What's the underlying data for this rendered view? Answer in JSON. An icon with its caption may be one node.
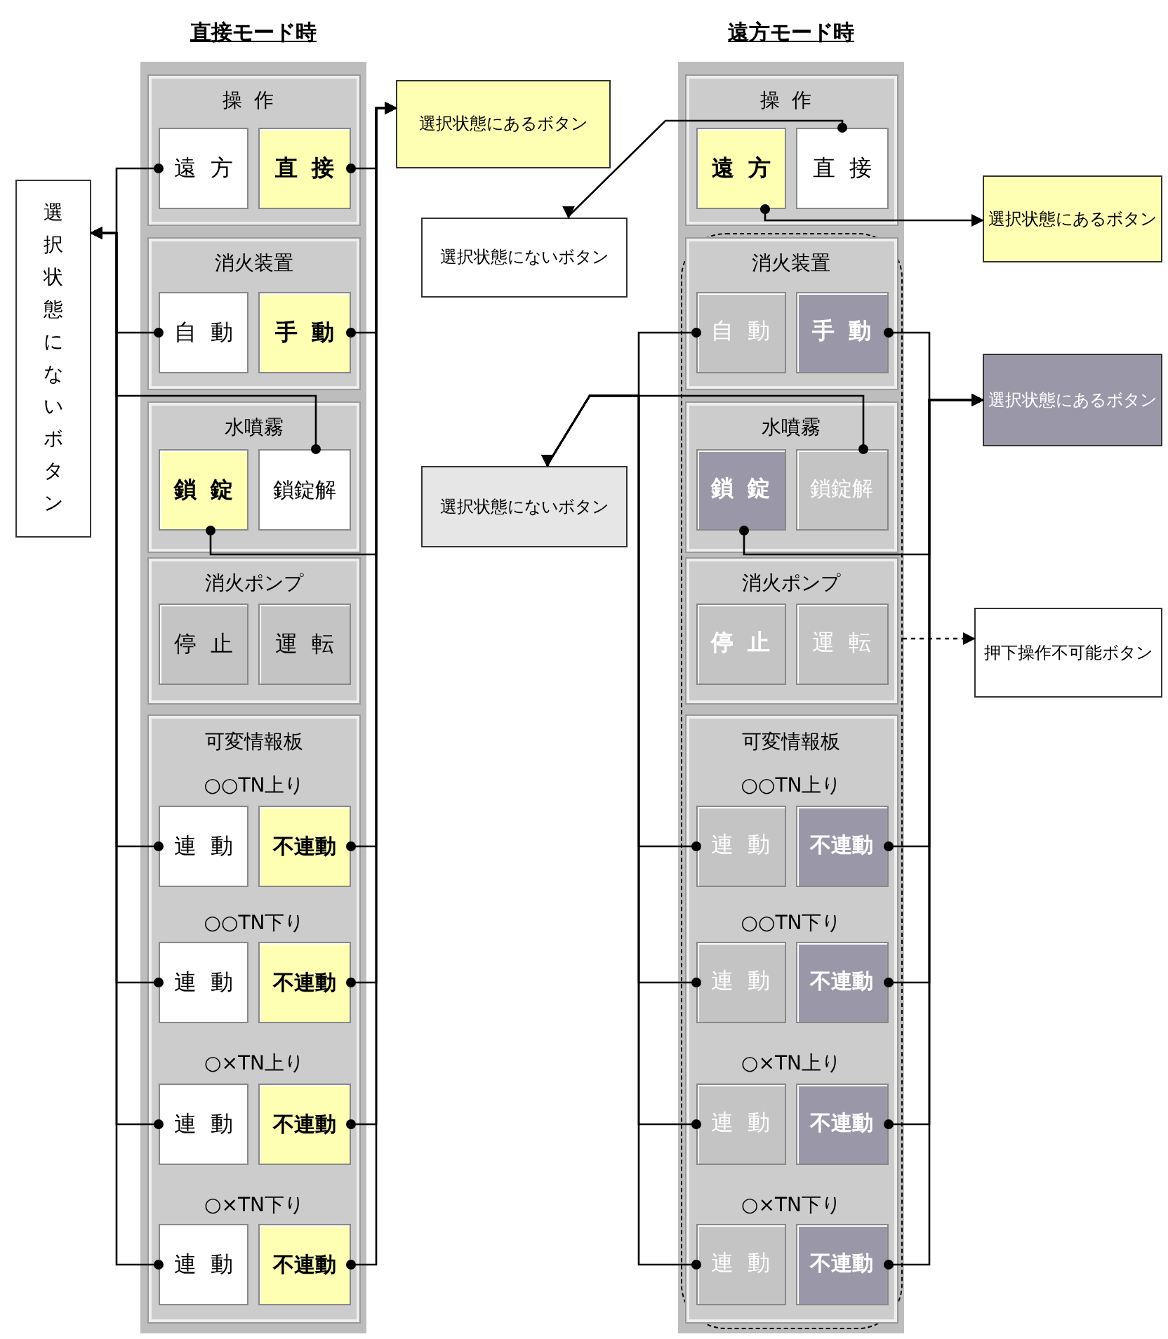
{
  "diagram": {
    "nodes": [
      {
        "text": [
          "直接モード時"
        ]
      },
      {
        "text": [
          "操作"
        ],
        "in": 0
      },
      {
        "text": [
          "遠方"
        ],
        "in": 1
      },
      {
        "text": [
          "直接"
        ],
        "in": 1
      },
      {
        "text": [
          "消火装置"
        ],
        "in": 0
      },
      {
        "text": [
          "自動"
        ],
        "in": 4
      },
      {
        "text": [
          "手動"
        ],
        "in": 4
      },
      {
        "text": [
          "水噴霧"
        ],
        "in": 0
      },
      {
        "text": [
          "鎖錠"
        ],
        "in": 7
      },
      {
        "text": [
          "鎖錠解"
        ],
        "in": 7
      },
      {
        "text": [
          "消火ポンプ"
        ],
        "in": 0
      },
      {
        "text": [
          "停止"
        ],
        "in": 10
      },
      {
        "text": [
          "運転"
        ],
        "in": 10
      },
      {
        "text": [
          "可変情報板",
          "○○TN上り",
          "○○TN下り",
          "○×TN上り",
          "○×TN下り"
        ],
        "in": 0
      },
      {
        "text": [
          "連動"
        ],
        "in": 13
      },
      {
        "text": [
          "不連動"
        ],
        "in": 13
      },
      {
        "text": [
          "連動"
        ],
        "in": 13
      },
      {
        "text": [
          "不連動"
        ],
        "in": 13
      },
      {
        "text": [
          "連動"
        ],
        "in": 13
      },
      {
        "text": [
          "不連動"
        ],
        "in": 13
      },
      {
        "text": [
          "連動"
        ],
        "in": 13
      },
      {
        "text": [
          "不連動"
        ],
        "in": 13
      },
      {
        "text": [
          "選択状態にないボタン"
        ]
      },
      {
        "text": [
          "選択状態にあるボタン"
        ]
      },
      {
        "text": [
          "選択状態にないボタン"
        ]
      },
      {
        "text": [
          "選択状態にないボタン"
        ]
      },
      {
        "text": [
          "遠方モード時"
        ]
      },
      {
        "text": [
          "操作"
        ],
        "in": 26
      },
      {
        "text": [
          "遠方"
        ],
        "in": 27
      },
      {
        "text": [
          "直接"
        ],
        "in": 27
      },
      {
        "text": [],
        "shape": "box",
        "in": 26
      },
      {
        "text": [
          "消火装置"
        ],
        "in": 30
      },
      {
        "text": [
          "自動"
        ],
        "in": 31
      },
      {
        "text": [
          "手動"
        ],
        "in": 31
      },
      {
        "text": [
          "水噴霧"
        ],
        "in": 30
      },
      {
        "text": [
          "鎖錠"
        ],
        "in": 34
      },
      {
        "text": [
          "鎖錠解"
        ],
        "in": 34
      },
      {
        "text": [
          "消火ポンプ"
        ],
        "in": 30
      },
      {
        "text": [
          "停止"
        ],
        "in": 37
      },
      {
        "text": [
          "運転"
        ],
        "in": 37
      },
      {
        "text": [
          "可変情報板",
          "○○TN上り",
          "○○TN下り",
          "○×TN上り",
          "○×TN下り"
        ],
        "in": 30
      },
      {
        "text": [
          "連動"
        ],
        "in": 40
      },
      {
        "text": [
          "不連動"
        ],
        "in": 40
      },
      {
        "text": [
          "連動"
        ],
        "in": 40
      },
      {
        "text": [
          "不連動"
        ],
        "in": 40
      },
      {
        "text": [
          "連動"
        ],
        "in": 40
      },
      {
        "text": [
          "不連動"
        ],
        "in": 40
      },
      {
        "text": [
          "連動"
        ],
        "in": 40
      },
      {
        "text": [
          "不連動"
        ],
        "in": 40
      },
      {
        "text": [
          "選択状態にあるボタン"
        ]
      },
      {
        "text": [
          "選択状態にあるボタン"
        ]
      },
      {
        "text": [
          "押下操作不可能ボタン"
        ]
      }
    ],
    "edges": [
      {
        "from": 2,
        "to": 22,
        "arrow": "to"
      },
      {
        "from": 5,
        "to": 22,
        "arrow": "to"
      },
      {
        "from": 9,
        "to": 22,
        "arrow": "to"
      },
      {
        "from": 14,
        "to": 22,
        "arrow": "to"
      },
      {
        "from": 16,
        "to": 22,
        "arrow": "to"
      },
      {
        "from": 18,
        "to": 22,
        "arrow": "to"
      },
      {
        "from": 20,
        "to": 22,
        "arrow": "to"
      },
      {
        "from": 3,
        "to": 23,
        "arrow": "to"
      },
      {
        "from": 6,
        "to": 23,
        "arrow": "to"
      },
      {
        "from": 8,
        "to": 23,
        "arrow": "to"
      },
      {
        "from": 15,
        "to": 23,
        "arrow": "to"
      },
      {
        "from": 17,
        "to": 23,
        "arrow": "to"
      },
      {
        "from": 19,
        "to": 23,
        "arrow": "to"
      },
      {
        "from": 21,
        "to": 23,
        "arrow": "to"
      },
      {
        "from": 29,
        "to": 24,
        "arrow": "to"
      },
      {
        "from": 28,
        "to": 49,
        "arrow": "to"
      },
      {
        "from": 32,
        "to": 25,
        "arrow": "to"
      },
      {
        "from": 36,
        "to": 25,
        "arrow": "to"
      },
      {
        "from": 41,
        "to": 25,
        "arrow": "to"
      },
      {
        "from": 43,
        "to": 25,
        "arrow": "to"
      },
      {
        "from": 45,
        "to": 25,
        "arrow": "to"
      },
      {
        "from": 47,
        "to": 25,
        "arrow": "to"
      },
      {
        "from": 33,
        "to": 50,
        "arrow": "to"
      },
      {
        "from": 35,
        "to": 50,
        "arrow": "to"
      },
      {
        "from": 42,
        "to": 50,
        "arrow": "to"
      },
      {
        "from": 44,
        "to": 50,
        "arrow": "to"
      },
      {
        "from": 46,
        "to": 50,
        "arrow": "to"
      },
      {
        "from": 48,
        "to": 50,
        "arrow": "to"
      },
      {
        "from": 30,
        "to": 51,
        "arrow": "to",
        "style": "dashed"
      }
    ]
  }
}
